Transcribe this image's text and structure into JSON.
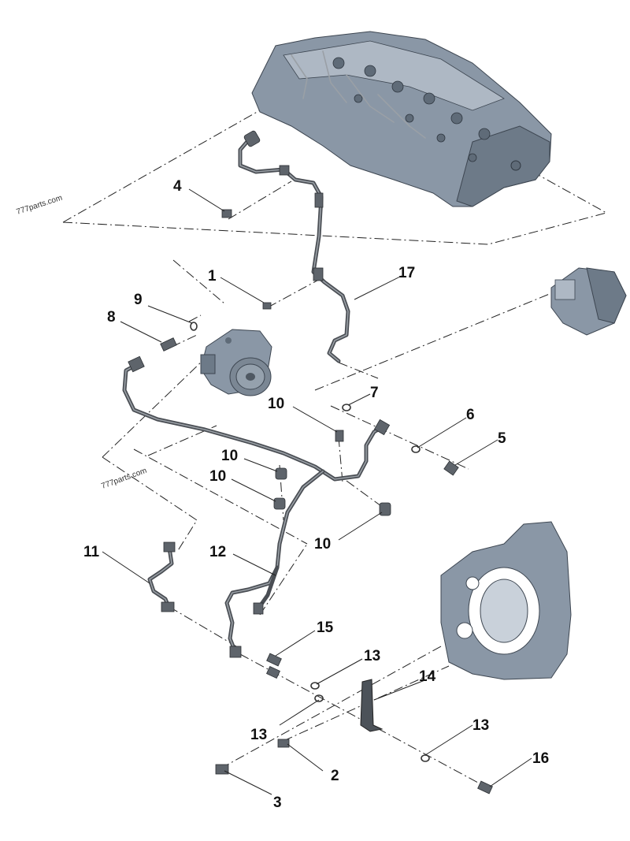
{
  "diagram": {
    "watermarks": [
      "777parts.com",
      "777parts.com"
    ],
    "callouts": [
      "1",
      "2",
      "3",
      "4",
      "5",
      "6",
      "7",
      "8",
      "9",
      "10",
      "10",
      "10",
      "10",
      "11",
      "12",
      "13",
      "13",
      "13",
      "14",
      "15",
      "16",
      "17"
    ],
    "parts": {
      "cylinder_head": "cylinder-head",
      "injection_pump": "high-pressure-pump",
      "fuel_rail": "common-rail",
      "timing_housing": "timing-housing"
    }
  }
}
